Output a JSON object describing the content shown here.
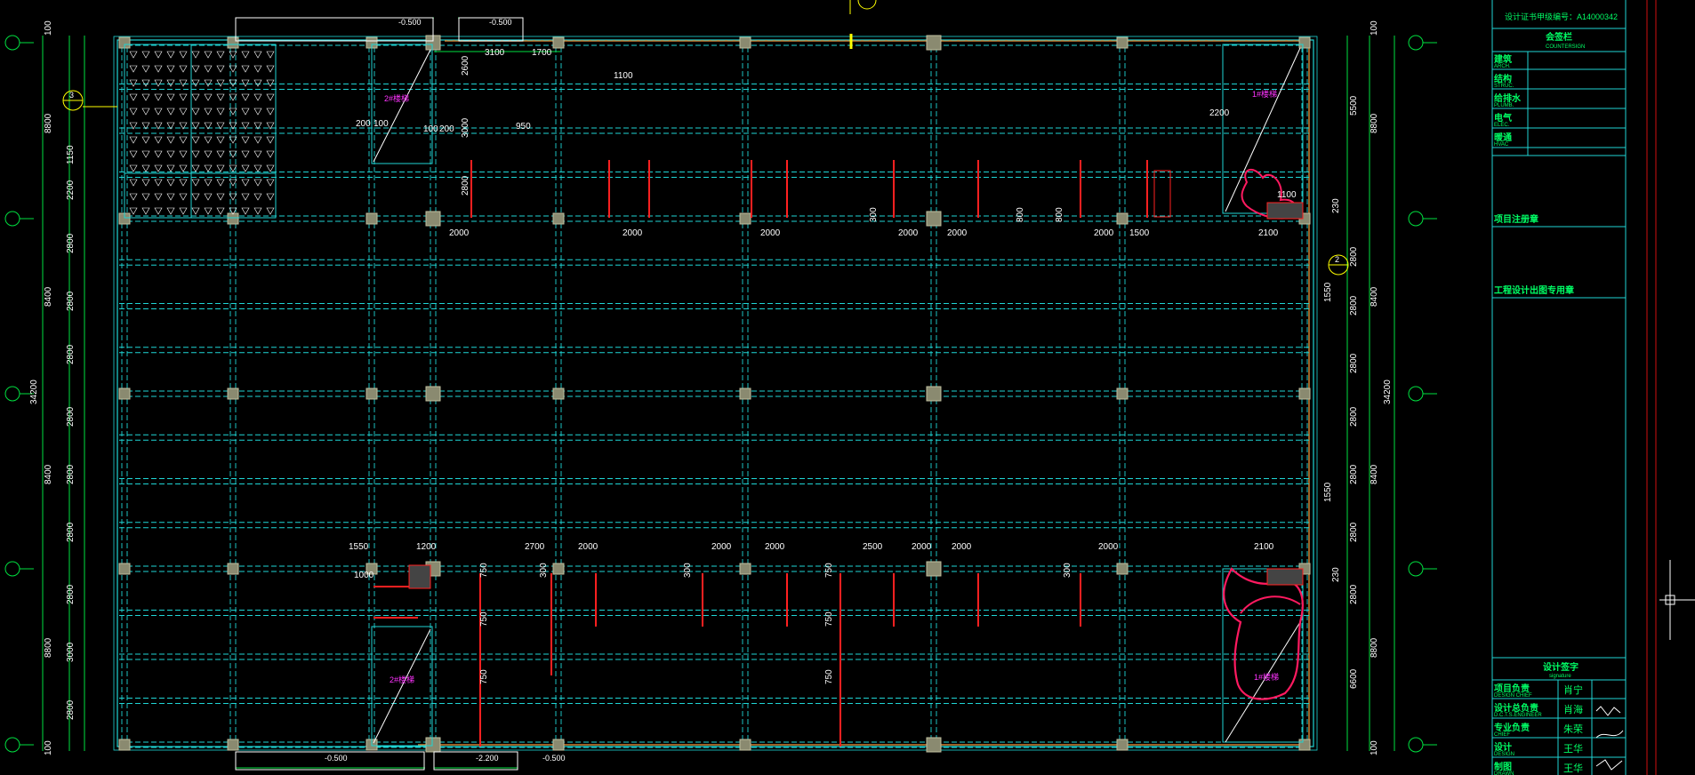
{
  "drawing": {
    "top_stamp_1": "-0.500",
    "top_stamp_2": "-0.500",
    "bottom_stamp_1": "-0.500",
    "bottom_stamp_2": "-2.200",
    "bottom_stamp_3": "-0.500",
    "stair_label_1": "2#楼梯",
    "stair_label_2": "1#楼梯",
    "stair_label_3": "2#楼梯",
    "stair_label_4": "1#楼梯",
    "detail_tag_3": "3",
    "detail_tag_2": "2",
    "left_dims_outer": [
      "100",
      "8800",
      "8400",
      "8400",
      "8800",
      "100"
    ],
    "left_total": "34200",
    "left_dims_inner": [
      "1150",
      "2200",
      "2800",
      "2800",
      "2800",
      "2800",
      "2800",
      "2800",
      "2800",
      "3000",
      "2800"
    ],
    "right_dims_outer": [
      "100",
      "8800",
      "8400",
      "8400",
      "8800",
      "100"
    ],
    "right_total": "34200",
    "right_dims_inner": [
      "5500",
      "2800",
      "2800",
      "2800",
      "2800",
      "2800",
      "2800",
      "2800",
      "6600"
    ],
    "right_small": [
      "1550",
      "1550",
      "230",
      "230"
    ],
    "top_dims": [
      "3100",
      "1700",
      "2600",
      "3000",
      "2800"
    ],
    "beam_dims_top": [
      "2000",
      "2000",
      "2000",
      "2000",
      "2000",
      "2000",
      "1500",
      "2100"
    ],
    "beam_dims_bottom": [
      "1550",
      "1200",
      "2700",
      "2000",
      "2000",
      "2000",
      "2500",
      "2000",
      "2000",
      "2000",
      "2100"
    ],
    "vertical_smalls": [
      "750",
      "750",
      "750",
      "750",
      "750",
      "750",
      "300",
      "300",
      "300",
      "300",
      "800",
      "800"
    ],
    "stair_dims": [
      "200",
      "100",
      "100",
      "200",
      "2200",
      "1000",
      "950",
      "1100",
      "1100"
    ]
  },
  "title_block": {
    "header_line": "设计证书甲级编号：A14000342",
    "section_title": "会签栏",
    "section_sub": "COUNTERSIGN",
    "rows": [
      {
        "label": "建筑",
        "sub": "ARCH."
      },
      {
        "label": "结构",
        "sub": "STRUC."
      },
      {
        "label": "给排水",
        "sub": "PLUMB."
      },
      {
        "label": "电气",
        "sub": "ELEC."
      },
      {
        "label": "暖通",
        "sub": "HVAC"
      }
    ],
    "project_stamp": "项目注册章",
    "special_stamp": "工程设计出图专用章",
    "sign_title": "设计签字",
    "sign_sub": "signature",
    "signers": [
      {
        "role": "项目负责",
        "sub": "DESIGN CHIEF",
        "name": "肖宁"
      },
      {
        "role": "设计总负责",
        "sub": "D.C.T.S.ENGINEER",
        "name": "肖海"
      },
      {
        "role": "专业负责",
        "sub": "CHIEF",
        "name": "朱荣"
      },
      {
        "role": "设计",
        "sub": "DESIGN",
        "name": "王华"
      },
      {
        "role": "制图",
        "sub": "DRAWN",
        "name": "王华"
      }
    ]
  },
  "colors": {
    "background": "#000000",
    "grid": "#1fd5d5",
    "dim": "#00e040",
    "column": "#8a8a70",
    "red": "#ff2020",
    "magenta": "#ff33ff",
    "crosshair": "#ffffff"
  }
}
